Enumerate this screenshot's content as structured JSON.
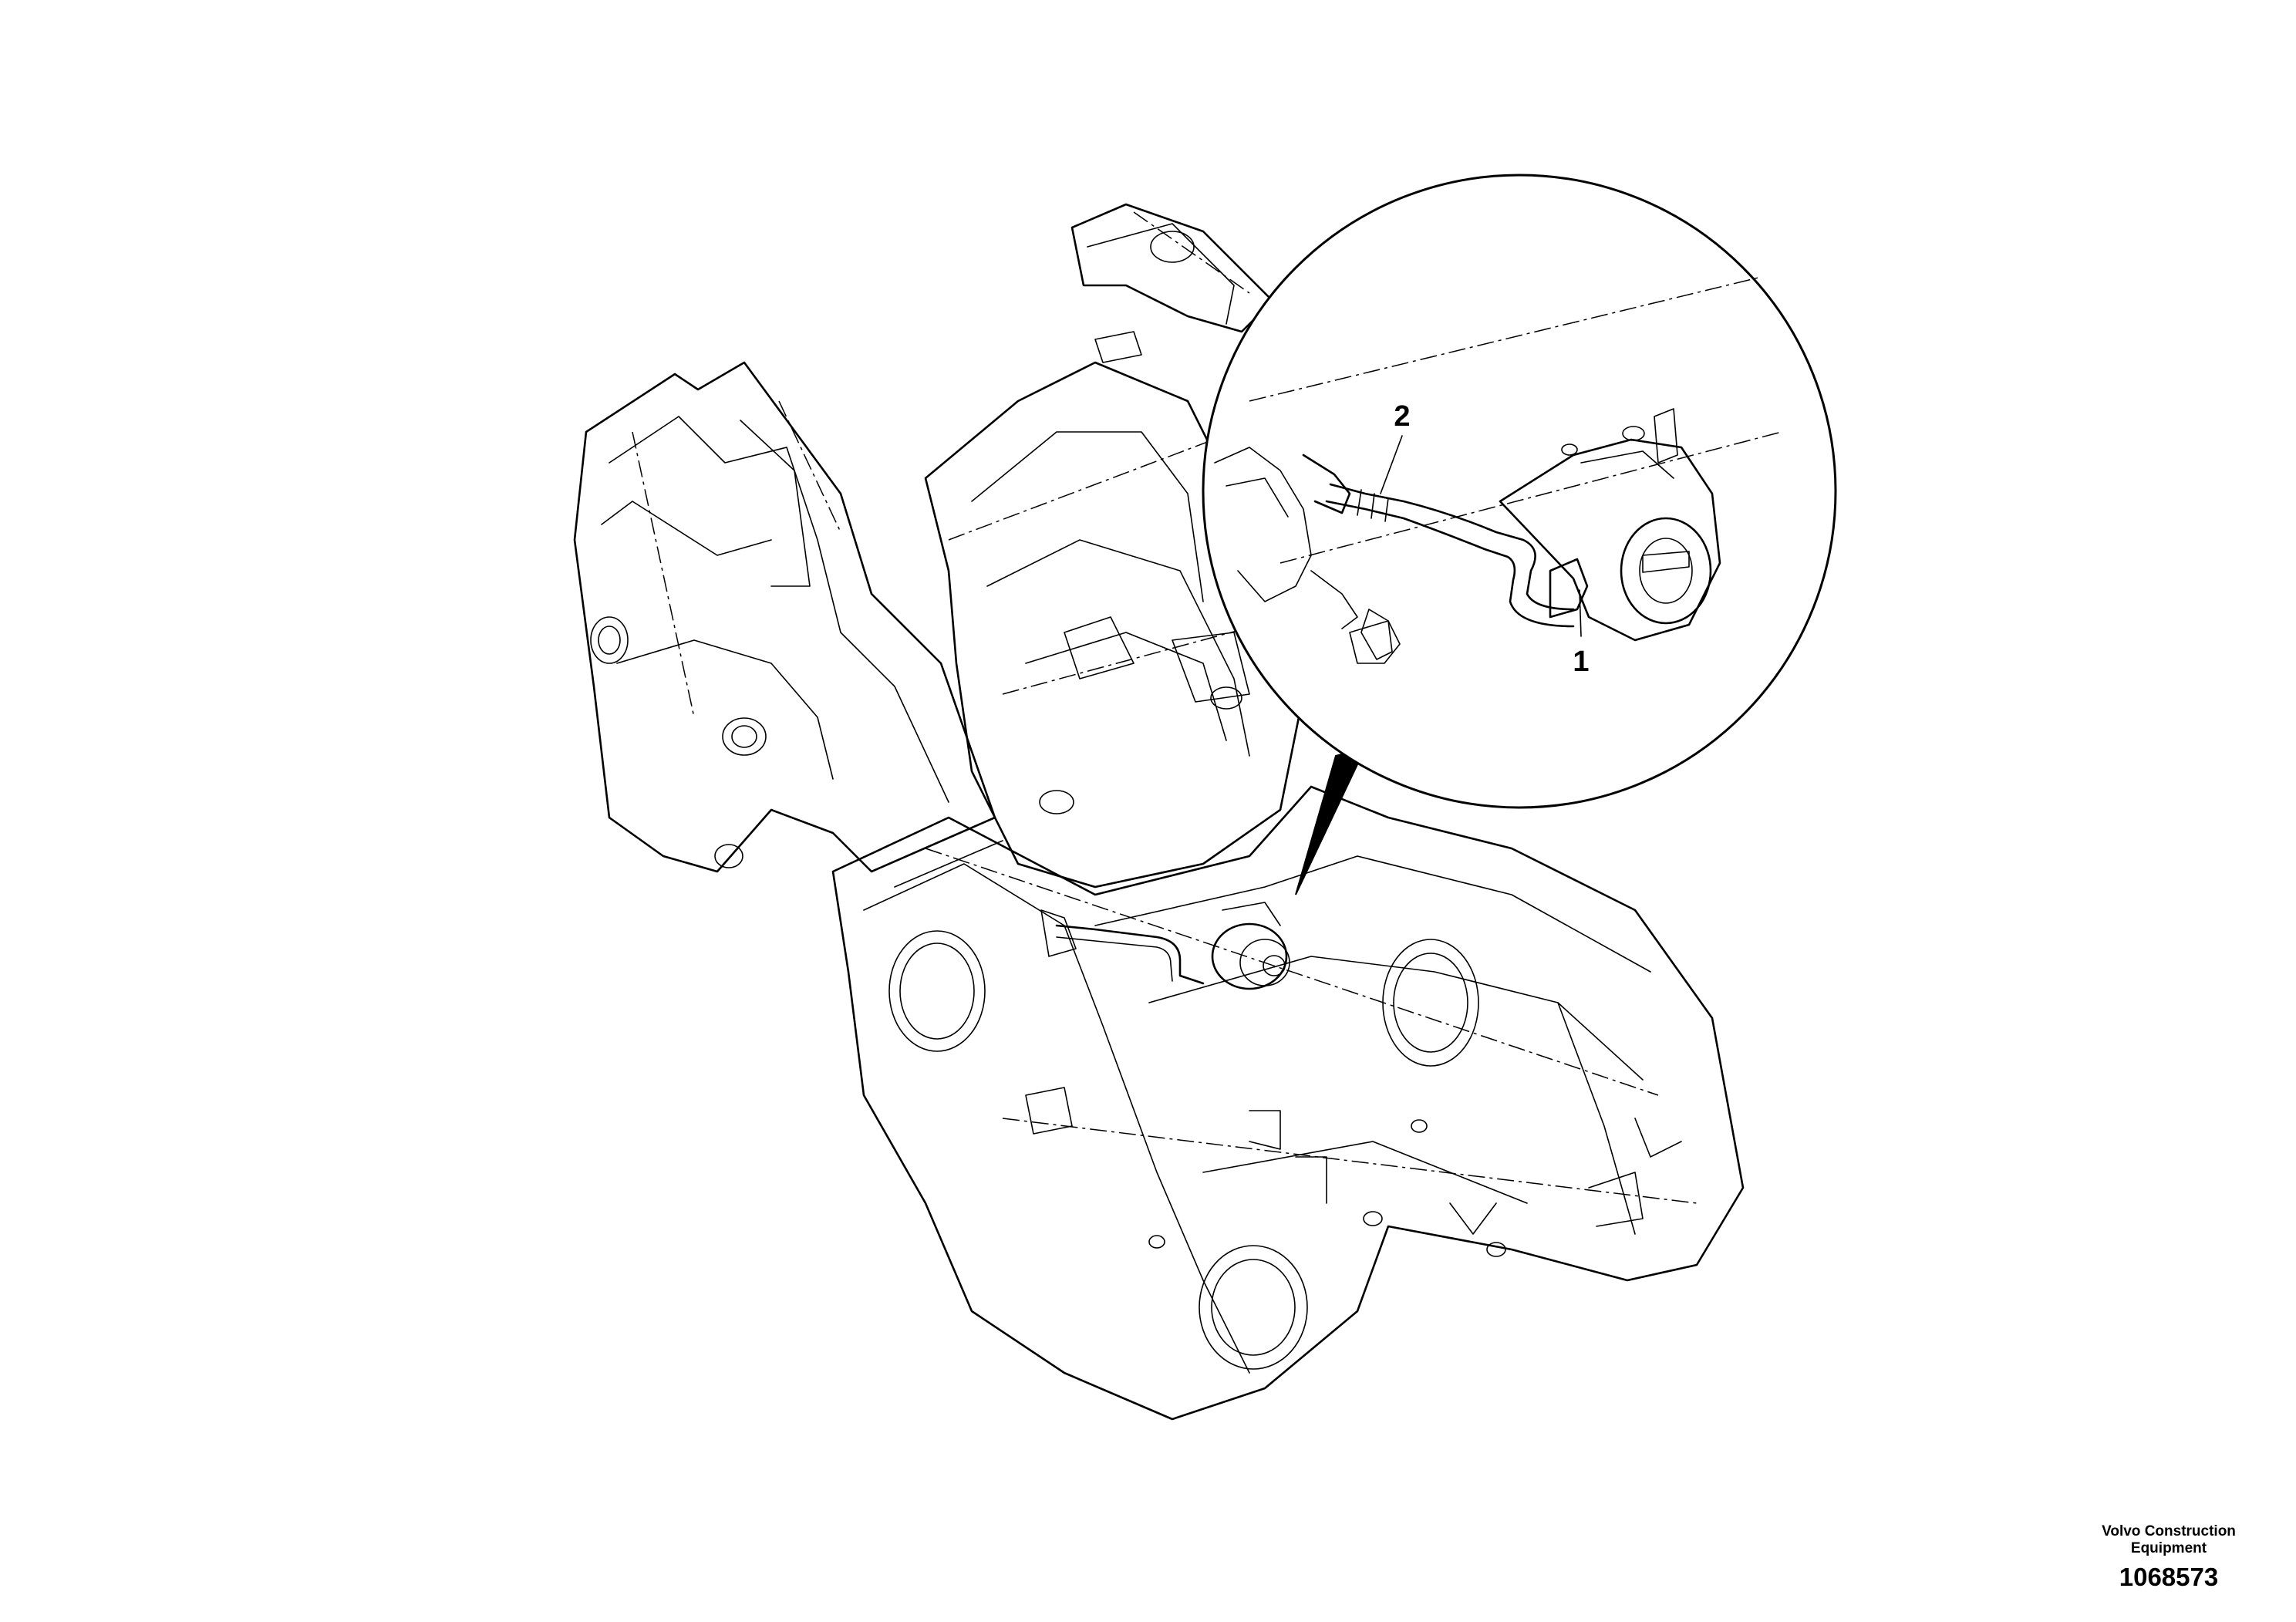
{
  "callouts": [
    {
      "number": "2",
      "part": "hose"
    },
    {
      "number": "1",
      "part": "fitting"
    }
  ],
  "footer": {
    "brand_line1": "Volvo Construction",
    "brand_line2": "Equipment",
    "document_number": "1068573"
  }
}
